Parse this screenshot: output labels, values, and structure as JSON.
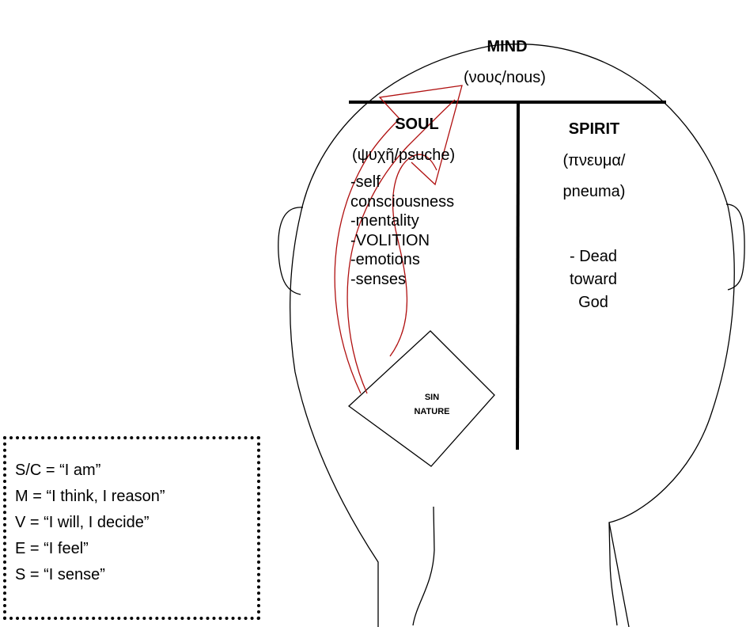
{
  "mind": {
    "title": "MIND",
    "subtitle": "(νους/nous)"
  },
  "soul": {
    "title": "SOUL",
    "subtitle": "(ψυχῆ/psuche)",
    "items": [
      "-self",
      "consciousness",
      "-mentality",
      "-VOLITION",
      "-emotions",
      "-senses"
    ]
  },
  "spirit": {
    "title": "SPIRIT",
    "subtitle_line1": "(πνευμα/",
    "subtitle_line2": "pneuma)",
    "note": [
      "- Dead",
      "toward",
      "God"
    ]
  },
  "sin_nature": [
    "SIN",
    "NATURE"
  ],
  "legend": [
    "S/C = “I am”",
    "M = “I think, I reason”",
    "V = “I will, I decide”",
    "E = “I feel”",
    "S = “I sense”"
  ],
  "colors": {
    "ink": "#000000",
    "arrow": "#b01010",
    "background": "#ffffff"
  }
}
